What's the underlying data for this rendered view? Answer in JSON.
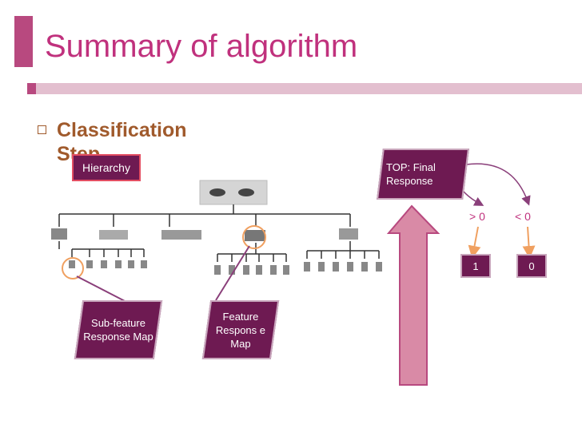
{
  "slide": {
    "title": "Summary of algorithm",
    "bullet": "Classification Step"
  },
  "diagram": {
    "hierarchy_label": "Hierarchy",
    "top_label": "TOP: Final Response",
    "subfeature_label": "Sub-feature Response Map",
    "feature_label": "Feature Respons e Map",
    "condition_positive": "> 0",
    "condition_negative": "< 0",
    "result_positive": "1",
    "result_negative": "0"
  },
  "colors": {
    "accent": "#b8497f",
    "title": "#c0317d",
    "bullet": "#a05a2c",
    "card": "#6e1a52",
    "arrow": "#d98aa6",
    "highlight": "#f0a060"
  }
}
